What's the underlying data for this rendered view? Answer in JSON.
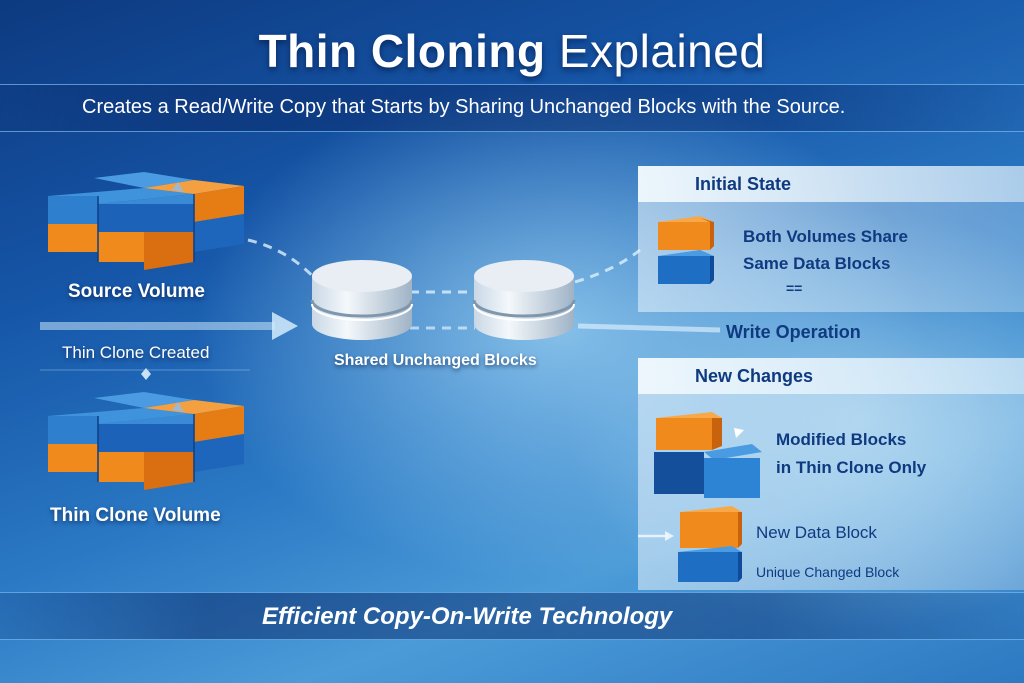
{
  "header": {
    "title_bold": "Thin Cloning",
    "title_light": "Explained",
    "subtitle": "Creates a Read/Write Copy that Starts by Sharing Unchanged Blocks with the Source."
  },
  "left": {
    "source_label": "Source Volume",
    "arrow_label": "Thin Clone Created",
    "clone_label": "Thin Clone Volume"
  },
  "center": {
    "disks_label": "Shared Unchanged Blocks"
  },
  "right": {
    "initial_state": {
      "heading": "Initial State",
      "line1": "Both Volumes Share",
      "line2": "Same Data Blocks",
      "symbol": "=="
    },
    "write_operation": "Write Operation",
    "new_changes": {
      "heading": "New Changes",
      "line1": "Modified Blocks",
      "line2": "in Thin Clone Only",
      "new_block": "New Data Block",
      "unique_block": "Unique Changed Block"
    }
  },
  "footer": {
    "tagline": "Efficient Copy-On-Write Technology"
  },
  "colors": {
    "block_blue": "#1e6fc4",
    "block_orange": "#f08a1c",
    "dark_text": "#0f3a80",
    "background_top": "#0d3a80",
    "background_light": "#9ccdee"
  }
}
